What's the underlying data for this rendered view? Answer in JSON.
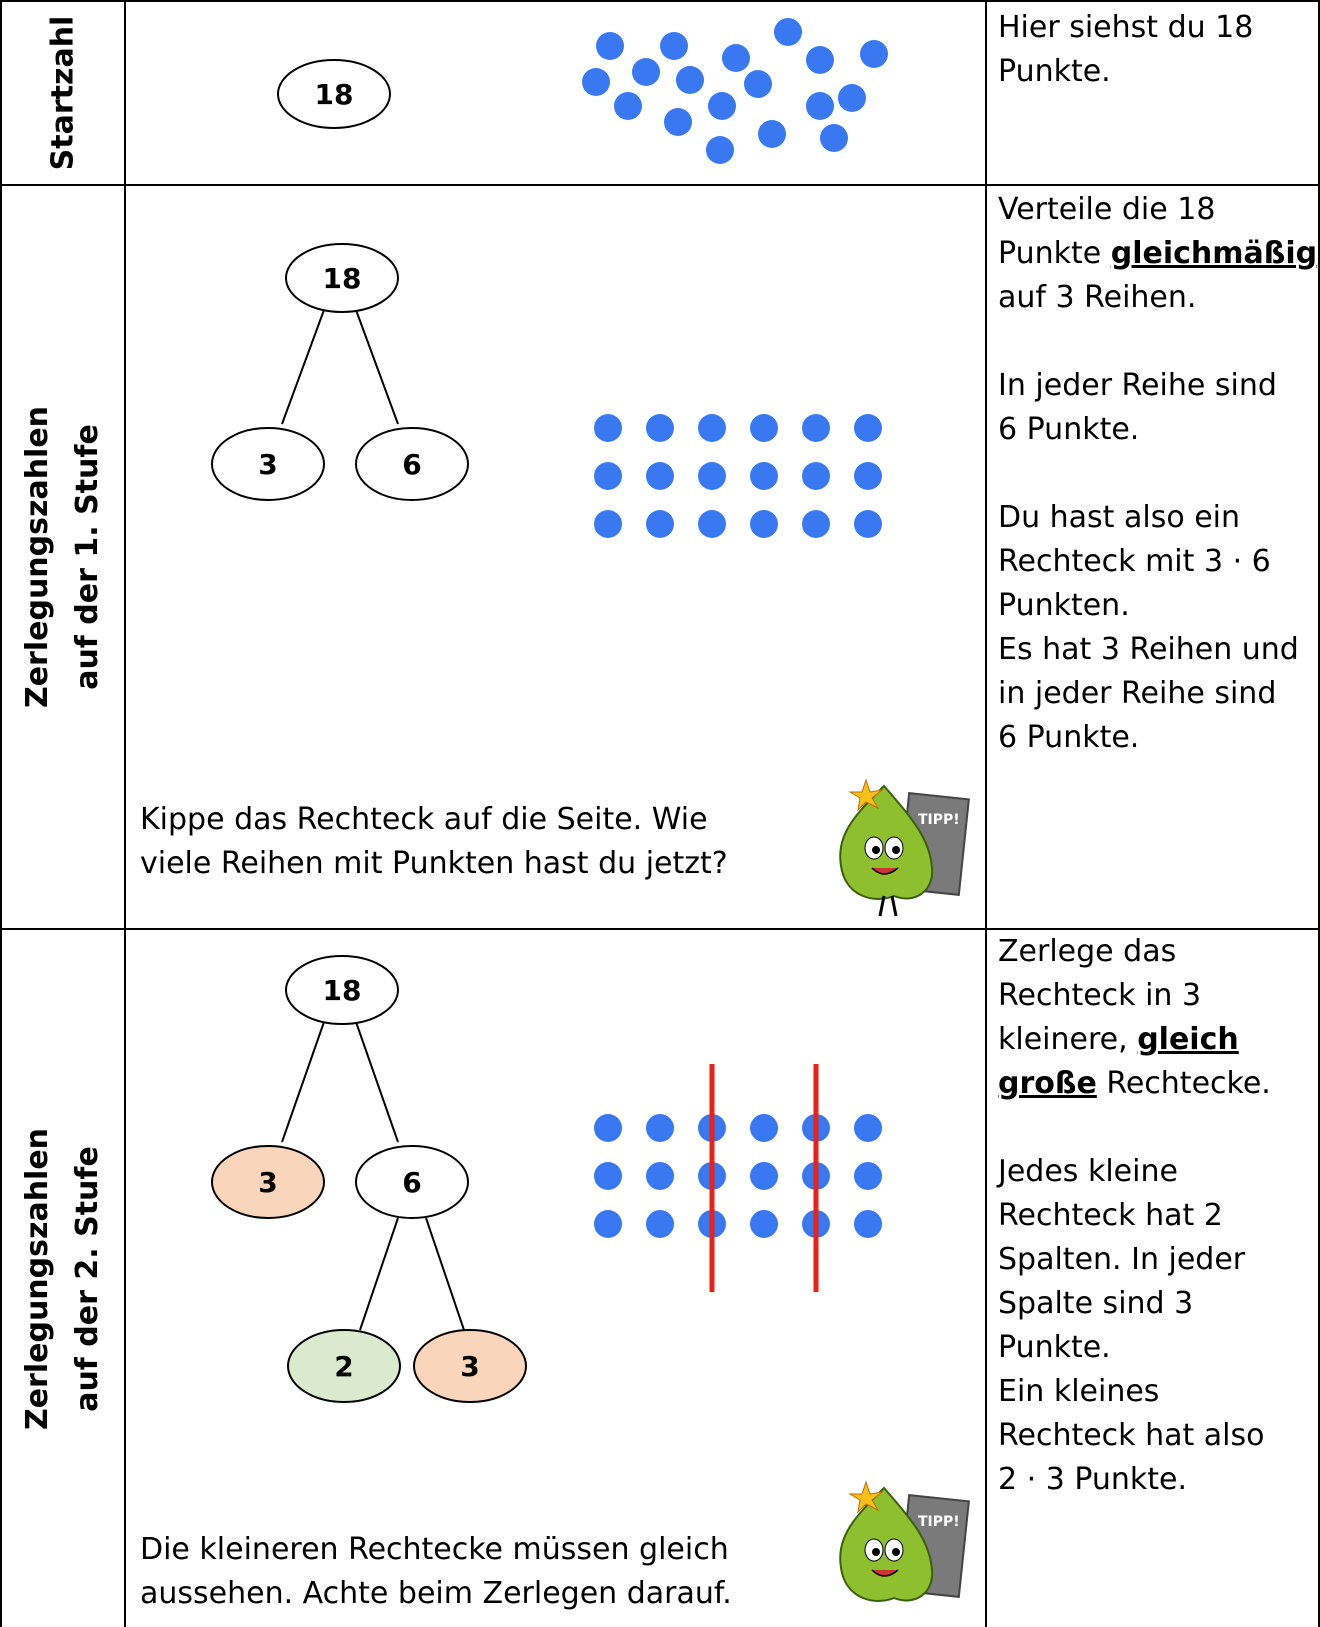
{
  "rows": [
    {
      "label_lines": [
        "Startzahl"
      ],
      "tree": [
        "18"
      ],
      "dots": 18,
      "text": [
        "Hier siehst du 18",
        "Punkte."
      ]
    },
    {
      "label_lines": [
        "Zerlegungszahlen",
        "auf der 1. Stufe"
      ],
      "tree": [
        "18",
        "3",
        "6"
      ],
      "dots_grid": {
        "rows": 3,
        "cols": 6
      },
      "text_block1": [
        "Verteile die 18",
        "Punkte "
      ],
      "emph": "gleichmäßig",
      "text_block1b": [
        "auf 3 Reihen."
      ],
      "text_block2": [
        "In jeder Reihe sind",
        "6 Punkte."
      ],
      "text_block3": [
        "Du hast also ein",
        "Rechteck mit 3 · 6",
        "Punkten.",
        "Es hat 3 Reihen und",
        "in jeder Reihe sind",
        "6 Punkte."
      ],
      "tip": [
        "Kippe das Rechteck auf die Seite. Wie",
        "viele Reihen mit Punkten hast du jetzt?"
      ],
      "tip_badge": "TIPP!"
    },
    {
      "label_lines": [
        "Zerlegungszahlen",
        "auf der 2. Stufe"
      ],
      "tree": [
        "18",
        "3",
        "6",
        "2",
        "3"
      ],
      "dots_grid": {
        "rows": 3,
        "cols": 6,
        "dividers_after_cols": [
          2,
          4
        ]
      },
      "text_a": [
        "Zerlege das",
        "Rechteck in 3",
        "kleinere, "
      ],
      "emph_a": "gleich",
      "emph_b": "große",
      "text_b": " Rechtecke.",
      "text_c": [
        "Jedes kleine",
        "Rechteck hat 2",
        "Spalten. In jeder",
        "Spalte sind 3",
        "Punkte.",
        "Ein kleines",
        "Rechteck hat also",
        "2 · 3 Punkte."
      ],
      "tip": [
        "Die kleineren Rechtecke müssen gleich",
        "aussehen. Achte beim Zerlegen darauf."
      ],
      "tip_badge": "TIPP!"
    }
  ],
  "colors": {
    "dot": "#3a78f2",
    "divider": "#e8221a",
    "peach": "#f9d5bb",
    "green": "#dbe9cf",
    "tip_leaf": "#8dbf2e",
    "tip_book": "#7a7a7a"
  }
}
